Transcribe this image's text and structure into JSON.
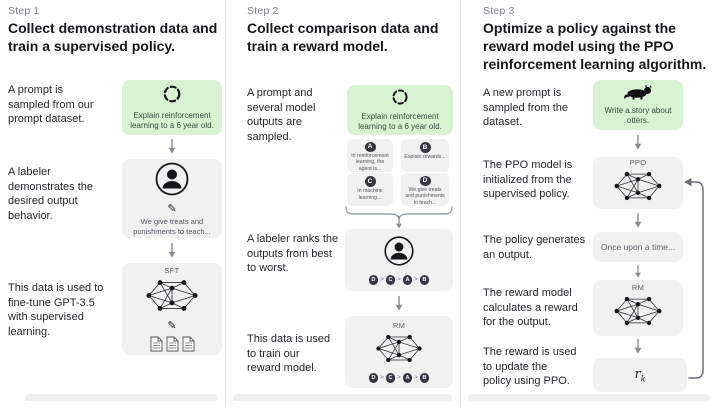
{
  "glyphs": {
    "pencil": "✎",
    "rank_separator": ">"
  },
  "colors": {
    "green_panel": "#d7f3d1",
    "gray_panel": "#f1f1f2",
    "badge": "#353740"
  },
  "icons": {
    "prompt_sample": "cycle-arrows-icon",
    "labeler": "person-in-circle-icon",
    "edit": "pencil-icon",
    "model": "neural-network-icon",
    "demonstrations": "documents-icon",
    "otter_prompt": "otter-icon",
    "flow": "down-arrow-icon",
    "group": "curly-brace-icon",
    "feedback": "loop-arrow-icon"
  },
  "steps": [
    {
      "label": "Step 1",
      "heading": "Collect demonstration data and train a supervised policy.",
      "captions": [
        "A prompt is sampled from our prompt dataset.",
        "A labeler demonstrates the desired output behavior.",
        "This data is used to fine-tune GPT-3.5 with supervised learning."
      ],
      "prompt_text": "Explain reinforcement learning to a 6 year old.",
      "labeler_text": "We give treats and punishments to teach...",
      "model_label": "SFT"
    },
    {
      "label": "Step 2",
      "heading": "Collect comparison data and train a reward model.",
      "captions": [
        "A prompt and several model outputs are sampled.",
        "A labeler ranks the outputs from best to worst.",
        "This data is used to train our reward model."
      ],
      "prompt_text": "Explain reinforcement learning to a 6 year old.",
      "outputs": [
        {
          "badge": "A",
          "text": "In reinforcement learning, the agent is..."
        },
        {
          "badge": "B",
          "text": "Explain rewards..."
        },
        {
          "badge": "C",
          "text": "In machine learning..."
        },
        {
          "badge": "D",
          "text": "We give treats and punishments to teach..."
        }
      ],
      "ranking": [
        "D",
        "C",
        "A",
        "B"
      ],
      "model_label": "RM"
    },
    {
      "label": "Step 3",
      "heading": "Optimize a policy against the reward model using the PPO reinforcement learning algorithm.",
      "captions": [
        "A new prompt is sampled from the dataset.",
        "The PPO model is initialized from the supervised policy.",
        "The policy generates an output.",
        "The reward model calculates a reward for the output.",
        "The reward is used to update the policy using PPO."
      ],
      "prompt_text": "Write a story about otters.",
      "ppo_label": "PPO",
      "output_text": "Once upon a time...",
      "rm_label": "RM",
      "reward": {
        "base": "r",
        "sub": "k"
      }
    }
  ]
}
